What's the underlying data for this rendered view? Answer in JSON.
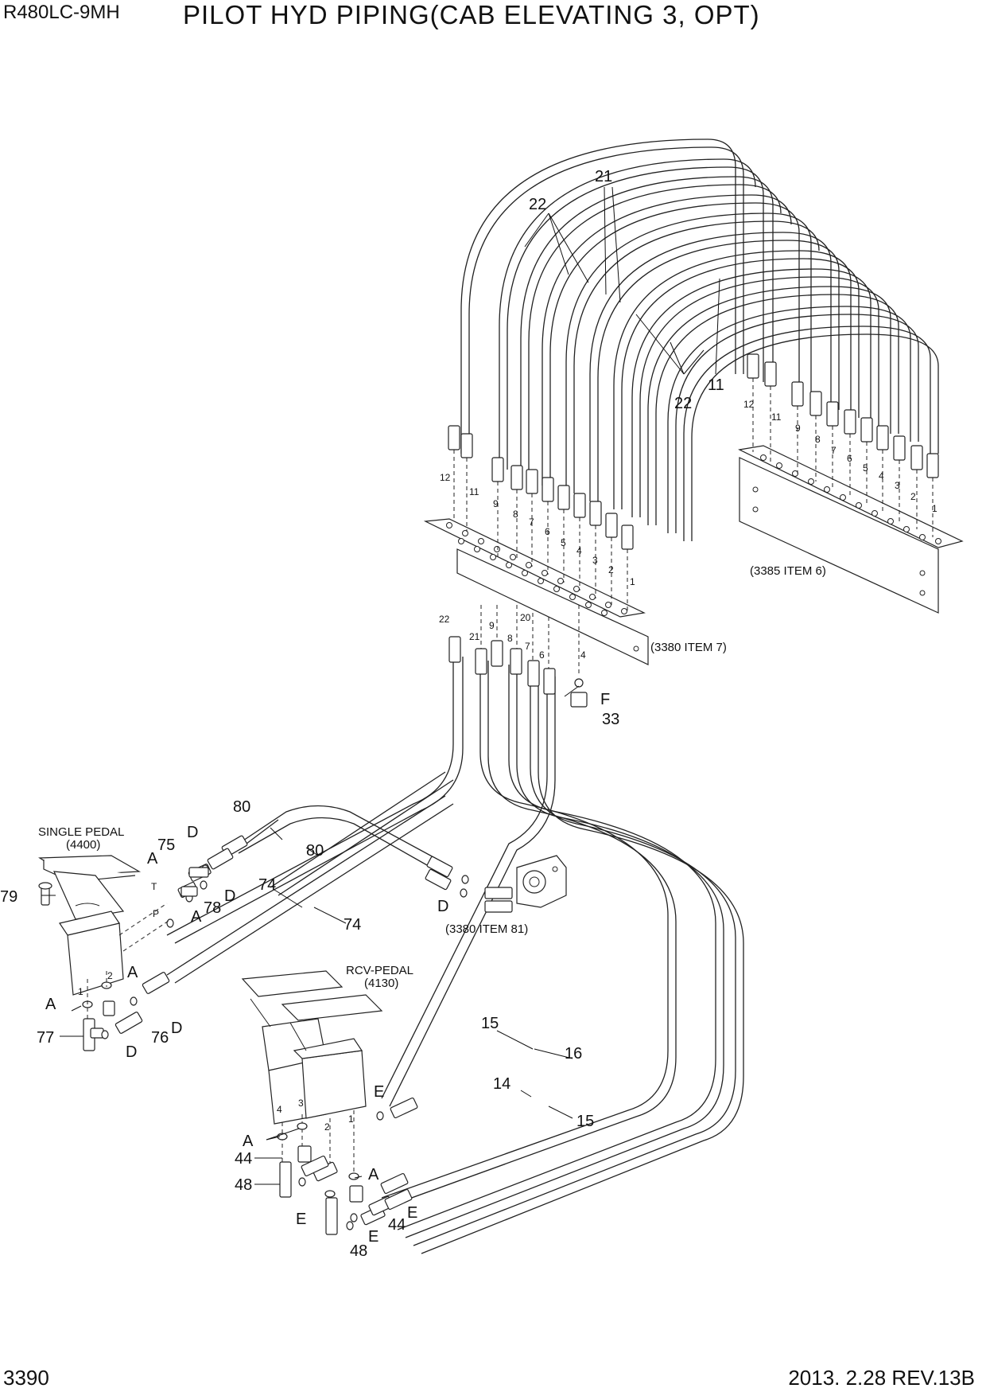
{
  "header": {
    "model": "R480LC-9MH",
    "title": "PILOT HYD PIPING(CAB ELEVATING 3, OPT)"
  },
  "footer": {
    "page_number": "3390",
    "revision": "2013. 2.28  REV.13B"
  },
  "callouts": {
    "c21": "21",
    "c22_top": "22",
    "c22_right": "22",
    "c11": "11",
    "c12_right": "12",
    "c11_right": "11",
    "c9_right": "9",
    "c8_right": "8",
    "c7_right": "7",
    "c6_right": "6",
    "c5_right": "5",
    "c4_right": "4",
    "c3_right": "3",
    "c2_right": "2",
    "c1_right": "1",
    "c12_left": "12",
    "c11_left": "11",
    "c9_left": "9",
    "c8_left": "8",
    "c7_left": "7",
    "c6_left": "6",
    "c5_left": "5",
    "c4_left": "4",
    "c3_left": "3",
    "c2_left": "2",
    "c1_left": "1",
    "c22_low": "22",
    "c21_low": "21",
    "c9_low": "9",
    "c20_low": "20",
    "c8_low": "8",
    "c7_low": "7",
    "c6_low": "6",
    "c4_low": "4",
    "cF": "F",
    "c33": "33",
    "c80a": "80",
    "c80b": "80",
    "c75": "75",
    "cD1": "D",
    "cA1": "A",
    "cD2": "D",
    "c78": "78",
    "cA2": "A",
    "c79": "79",
    "c74a": "74",
    "c74b": "74",
    "cD3": "D",
    "cT": "T",
    "cP": "P",
    "cA3": "A",
    "c2pedal": "2",
    "c1pedal": "1",
    "cA4": "A",
    "c77": "77",
    "cD4": "D",
    "c76": "76",
    "cD5": "D",
    "c15a": "15",
    "c16": "16",
    "c14": "14",
    "c15b": "15",
    "cE1": "E",
    "c4rcv": "4",
    "c3rcv": "3",
    "c2rcv": "2",
    "c1rcv": "1",
    "cA5": "A",
    "c44a": "44",
    "c48a": "48",
    "cE2": "E",
    "cA6": "A",
    "cE3": "E",
    "c44b": "44",
    "cE4": "E",
    "c48b": "48"
  },
  "notes": {
    "ref_item6": "(3385 ITEM 6)",
    "ref_item7": "(3380 ITEM 7)",
    "ref_item81": "(3380 ITEM 81)",
    "single_pedal_name": "SINGLE PEDAL",
    "single_pedal_ref": "(4400)",
    "rcv_pedal_name": "RCV-PEDAL",
    "rcv_pedal_ref": "(4130)"
  }
}
